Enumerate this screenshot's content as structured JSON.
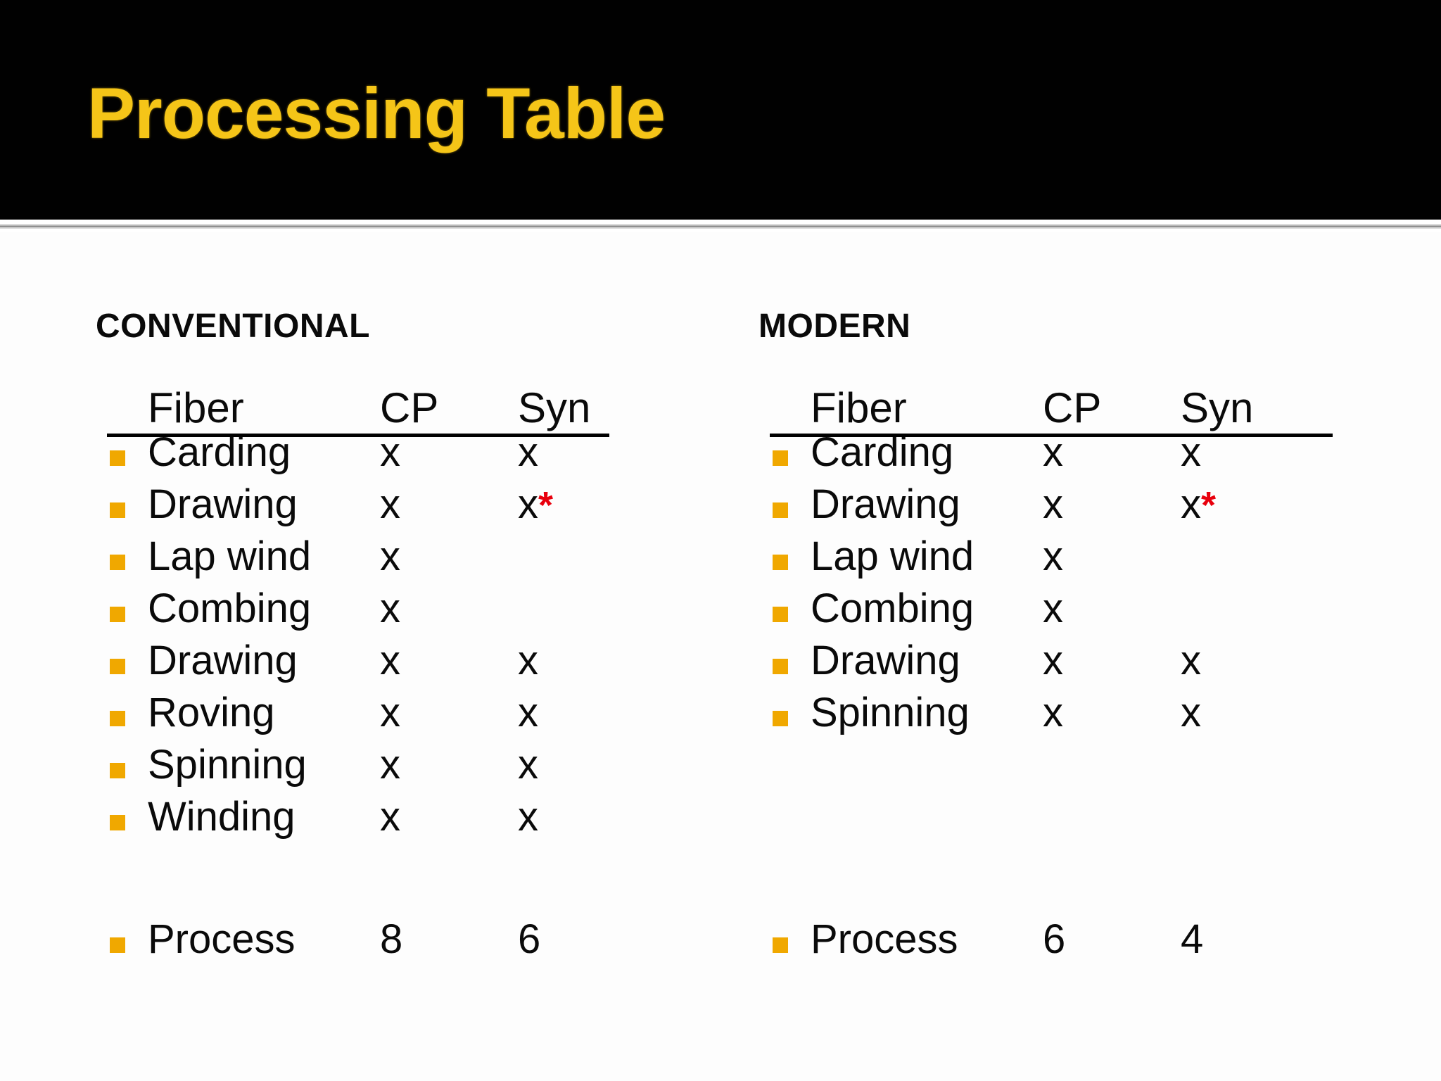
{
  "slide": {
    "title": "Processing Table",
    "title_color": "#F5C518",
    "banner_color": "#000000",
    "bullet_color": "#F0A800",
    "asterisk_color": "#E8000D"
  },
  "panels": [
    {
      "heading": "CONVENTIONAL",
      "columns": {
        "fiber": "Fiber",
        "cp": "CP",
        "syn": "Syn"
      },
      "rows": [
        {
          "fiber": "Carding",
          "cp": "x",
          "syn": "x",
          "star": ""
        },
        {
          "fiber": "Drawing",
          "cp": "x",
          "syn": "x",
          "star": "*"
        },
        {
          "fiber": "Lap wind",
          "cp": "x",
          "syn": "",
          "star": ""
        },
        {
          "fiber": "Combing",
          "cp": "x",
          "syn": "",
          "star": ""
        },
        {
          "fiber": "Drawing",
          "cp": "x",
          "syn": "x",
          "star": ""
        },
        {
          "fiber": "Roving",
          "cp": "x",
          "syn": "x",
          "star": ""
        },
        {
          "fiber": "Spinning",
          "cp": "x",
          "syn": "x",
          "star": ""
        },
        {
          "fiber": "Winding",
          "cp": "x",
          "syn": "x",
          "star": ""
        }
      ],
      "summary": {
        "fiber": "Process",
        "cp": "8",
        "syn": "6"
      }
    },
    {
      "heading": "MODERN",
      "columns": {
        "fiber": "Fiber",
        "cp": "CP",
        "syn": "Syn"
      },
      "rows": [
        {
          "fiber": "Carding",
          "cp": "x",
          "syn": "x",
          "star": ""
        },
        {
          "fiber": "Drawing",
          "cp": "x",
          "syn": "x",
          "star": "*"
        },
        {
          "fiber": "Lap wind",
          "cp": "x",
          "syn": "",
          "star": ""
        },
        {
          "fiber": "Combing",
          "cp": "x",
          "syn": "",
          "star": ""
        },
        {
          "fiber": "Drawing",
          "cp": "x",
          "syn": "x",
          "star": ""
        },
        {
          "fiber": "Spinning",
          "cp": "x",
          "syn": "x",
          "star": ""
        }
      ],
      "summary": {
        "fiber": "Process",
        "cp": "6",
        "syn": "4"
      }
    }
  ]
}
